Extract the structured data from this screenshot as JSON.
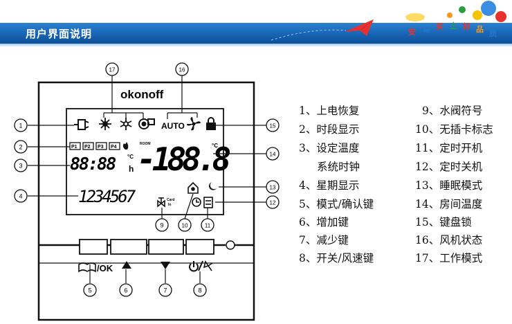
{
  "header": {
    "title": "用户界面说明"
  },
  "slogan": [
    "安",
    "易",
    "买",
    "上",
    "好",
    "品",
    "质"
  ],
  "device": {
    "brand": "okonoff",
    "auto_label": "AUTO",
    "room_label": "ROOM",
    "period_boxes": [
      "P1",
      "P2",
      "P3",
      "P4"
    ],
    "clock_text": "88:88",
    "clock_hour": "h",
    "set_temp_unit": "°C",
    "room_temp_text": "-188.8",
    "room_temp_unit": "°C",
    "weekday_text": "1234567",
    "card_text": [
      "Card",
      "In"
    ],
    "ok_label": "/OK"
  },
  "callouts": [
    "1",
    "2",
    "3",
    "4",
    "5",
    "6",
    "7",
    "8",
    "9",
    "10",
    "11",
    "12",
    "13",
    "14",
    "15",
    "16",
    "17"
  ],
  "legend": {
    "left": [
      "1、上电恢复",
      "2、时段显示",
      "3、设定温度",
      "系统时钟",
      "4、星期显示",
      "5、模式/确认键",
      "6、增加键",
      "7、减少键",
      "8、开关/风速键"
    ],
    "right": [
      "9、水阀符号",
      "10、无插卡标志",
      "11、定时开机",
      "12、定时关机",
      "13、睡眠模式",
      "14、房间温度",
      "15、键盘锁",
      "16、风机状态",
      "17、工作模式"
    ]
  },
  "colors": {
    "header": "#1864b4",
    "line": "#111111"
  }
}
